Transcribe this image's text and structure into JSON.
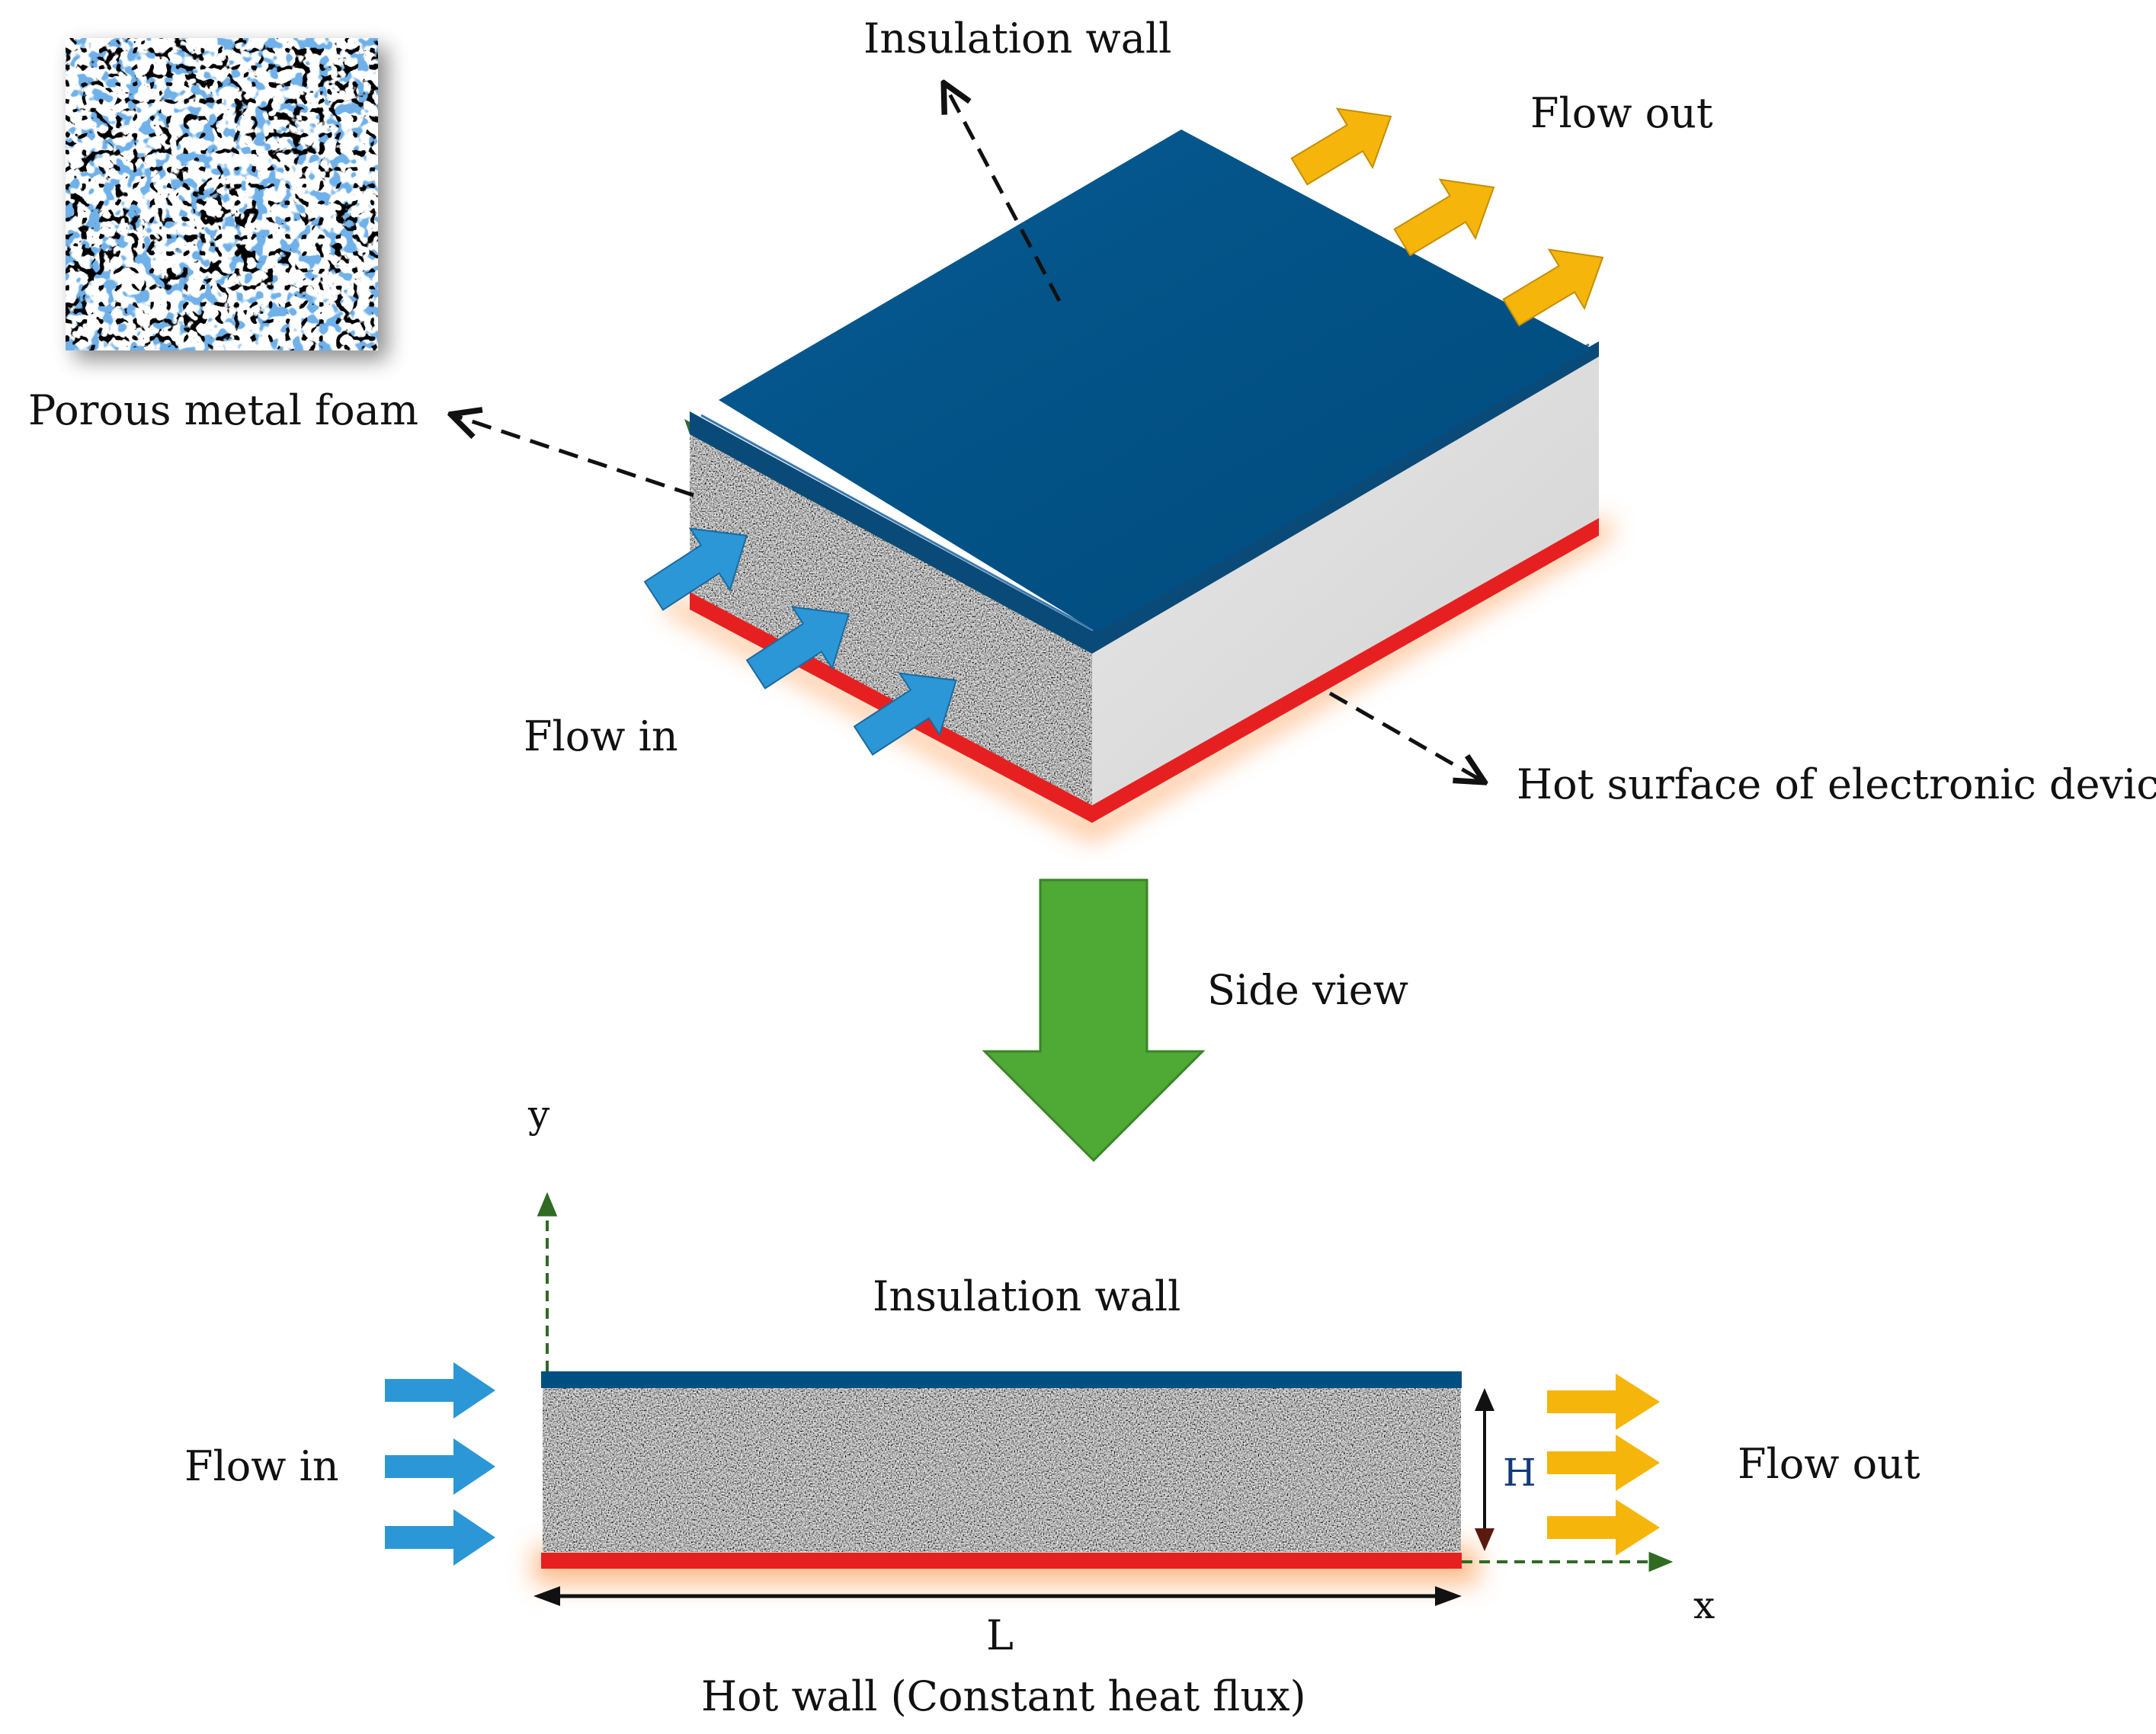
{
  "labels": {
    "insulation_wall_top": "Insulation wall",
    "flow_out_top": "Flow out",
    "porous_metal_foam": "Porous metal foam",
    "flow_in_top": "Flow in",
    "hot_surface": "Hot surface of electronic device",
    "side_view": "Side view",
    "axis_y": "y",
    "insulation_wall_side": "Insulation wall",
    "flow_in_side": "Flow in",
    "dim_h": "H",
    "flow_out_side": "Flow out",
    "axis_x": "x",
    "dim_l": "L",
    "hot_wall": "Hot wall (Constant heat flux)"
  },
  "colors": {
    "insulation_blue": "#004f82",
    "hot_red": "#e62020",
    "glow_orange": "#ffb27a",
    "flow_in_blue": "#2c97d6",
    "flow_out_yellow": "#f5b50a",
    "side_view_green": "#4ea935",
    "axis_green": "#2f6b22",
    "side_wall_grey": "#dedede",
    "foam_blue": "#2a6fd0"
  },
  "icons": {
    "foam_sample": "porous-foam-texture",
    "arrows": "block-arrow"
  }
}
